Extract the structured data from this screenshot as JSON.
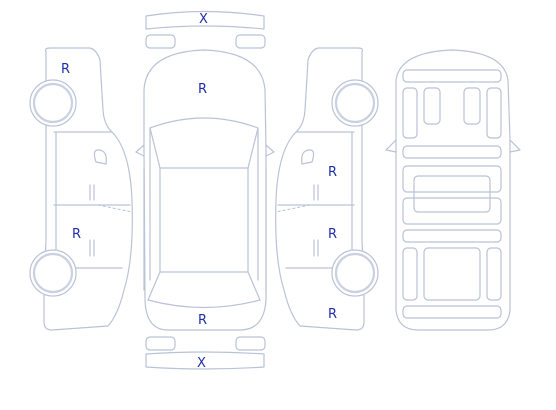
{
  "marks": {
    "front_bumper": "X",
    "rear_bumper": "X",
    "left_front_fender": "R",
    "left_rear_door": "R",
    "hood": "R",
    "trunk": "R",
    "right_front_door": "R",
    "right_rear_door": "R",
    "right_rear_fender": "R"
  },
  "colors": {
    "outline": "#b9c2d6",
    "mark": "#1e2fa8",
    "background": "#ffffff"
  }
}
